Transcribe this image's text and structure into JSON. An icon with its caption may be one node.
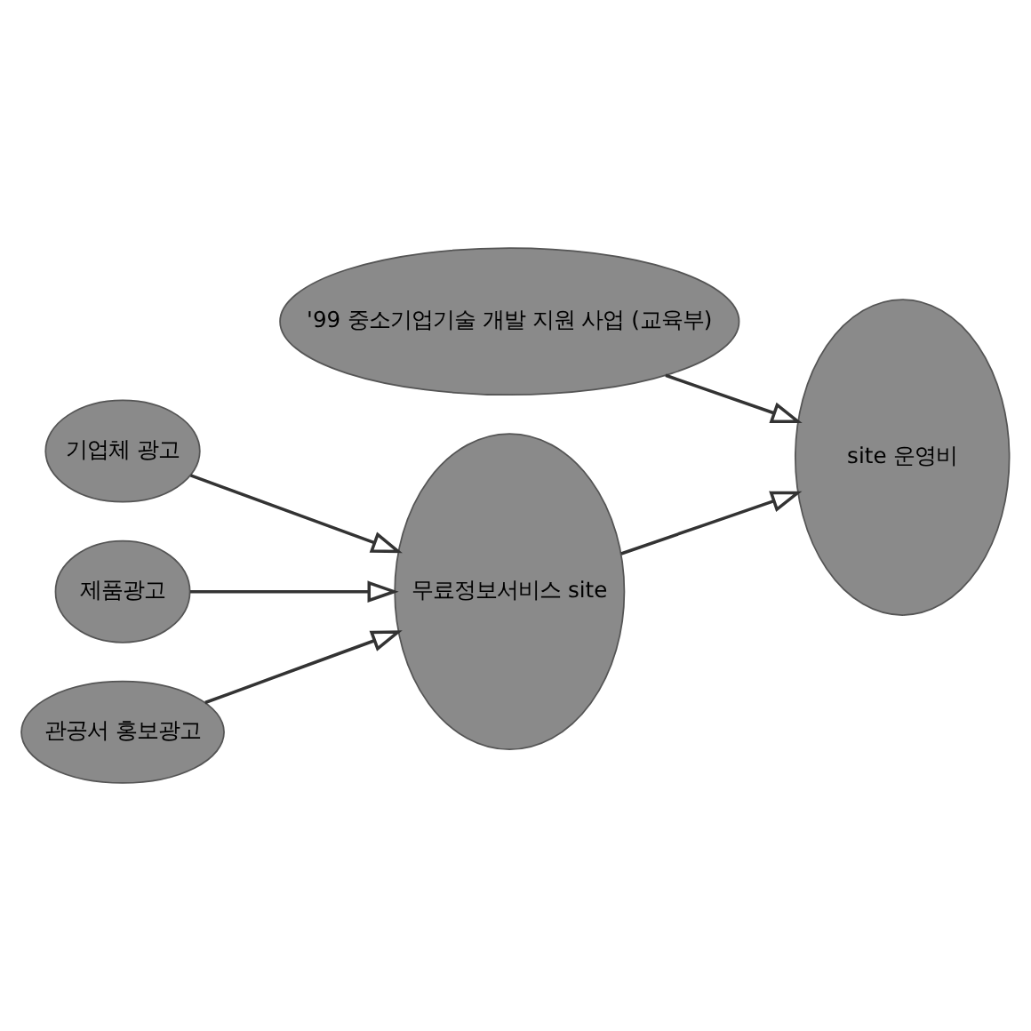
{
  "diagram": {
    "nodes": [
      {
        "text": [
          "'99 중소기업기술 개발 지원 사업 (교육부)"
        ]
      },
      {
        "text": [
          "기업체 광고"
        ]
      },
      {
        "text": [
          "제품광고"
        ]
      },
      {
        "text": [
          "관공서 홍보광고"
        ]
      },
      {
        "text": [
          "무료정보서비스 site"
        ]
      },
      {
        "text": [
          "site 운영비"
        ]
      }
    ],
    "edges": [
      {
        "from": 1,
        "to": 4,
        "arrow": "to"
      },
      {
        "from": 2,
        "to": 4,
        "arrow": "to"
      },
      {
        "from": 3,
        "to": 4,
        "arrow": "to"
      },
      {
        "from": 4,
        "to": 5,
        "arrow": "to"
      },
      {
        "from": 0,
        "to": 5,
        "arrow": "to"
      }
    ]
  }
}
